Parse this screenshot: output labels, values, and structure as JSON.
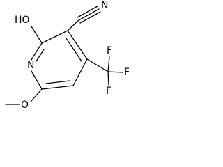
{
  "molecule": {
    "atoms": {
      "hydroxyl": "HO",
      "nitrile_n": "N",
      "ring_n": "N",
      "methoxy_o": "O",
      "fluorine_top": "F",
      "fluorine_right": "F",
      "fluorine_bottom": "F"
    }
  }
}
